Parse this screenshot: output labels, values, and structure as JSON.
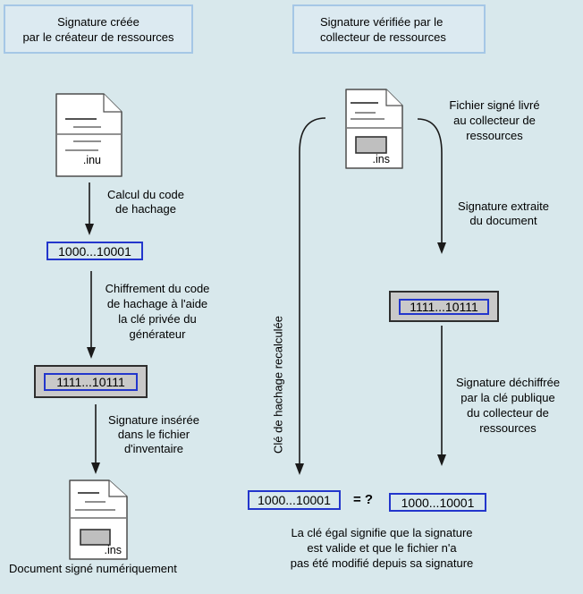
{
  "colors": {
    "background": "#d8e8ec",
    "header_fill": "#dceaf1",
    "header_border": "#a5c7e6",
    "accent_blue_border": "#2336cc",
    "gray_box_fill": "#c9c9c9",
    "signature_fill": "#bfbfbf",
    "arrow_color": "#1a1a1a"
  },
  "left_flow": {
    "header": "Signature créée\npar le créateur de ressources",
    "source_doc_ext": ".inu",
    "hash_step_label": "Calcul du code\nde hachage",
    "hash_value": "1000...10001",
    "encrypt_step_label": "Chiffrement du code\nde hachage à l'aide\nla clé privée du\ngénérateur",
    "encrypted_value": "1111...10111",
    "insert_step_label": "Signature insérée\ndans le fichier\nd'inventaire",
    "signed_doc_ext": ".ins",
    "caption": "Document signé numériquement"
  },
  "right_flow": {
    "header": "Signature vérifiée par le\ncollecteur de ressources",
    "signed_doc_ext": ".ins",
    "delivery_label": "Fichier signé livré\nau collecteur de\nressources",
    "extract_step_label": "Signature extraite\ndu document",
    "extracted_value": "1111...10111",
    "decrypt_step_label": "Signature déchiffrée\npar la clé publique\ndu collecteur de\nressources",
    "recalculated_key_label": "Clé de hachage recalculée",
    "recalculated_value": "1000...10001",
    "equals_question": "= ?",
    "decrypted_value": "1000...10001",
    "conclusion": "La clé égal signifie que la signature\nest valide et que le fichier n'a\npas été modifié depuis sa signature"
  }
}
